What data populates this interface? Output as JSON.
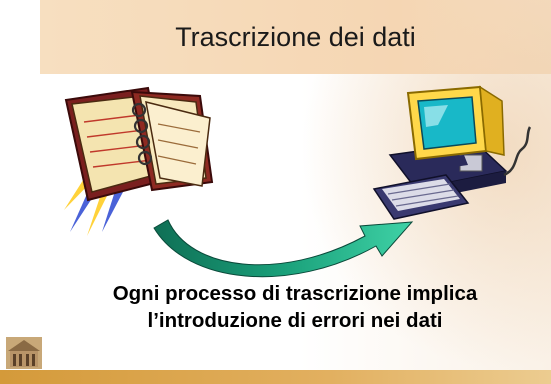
{
  "slide": {
    "title": "Trascrizione dei dati",
    "caption_line1": "Ogni processo di trascrizione implica",
    "caption_line2": "l’introduzione di errori nei dati"
  },
  "icons": {
    "notebook": "notebook-clipart-icon",
    "computer": "desktop-computer-clipart-icon",
    "arrow": "curved-arrow-icon",
    "logo": "institution-logo-icon"
  },
  "colors": {
    "title_band": "#f5d6b3",
    "arrow": "#1aa07a",
    "footer": "#d49a3a"
  }
}
